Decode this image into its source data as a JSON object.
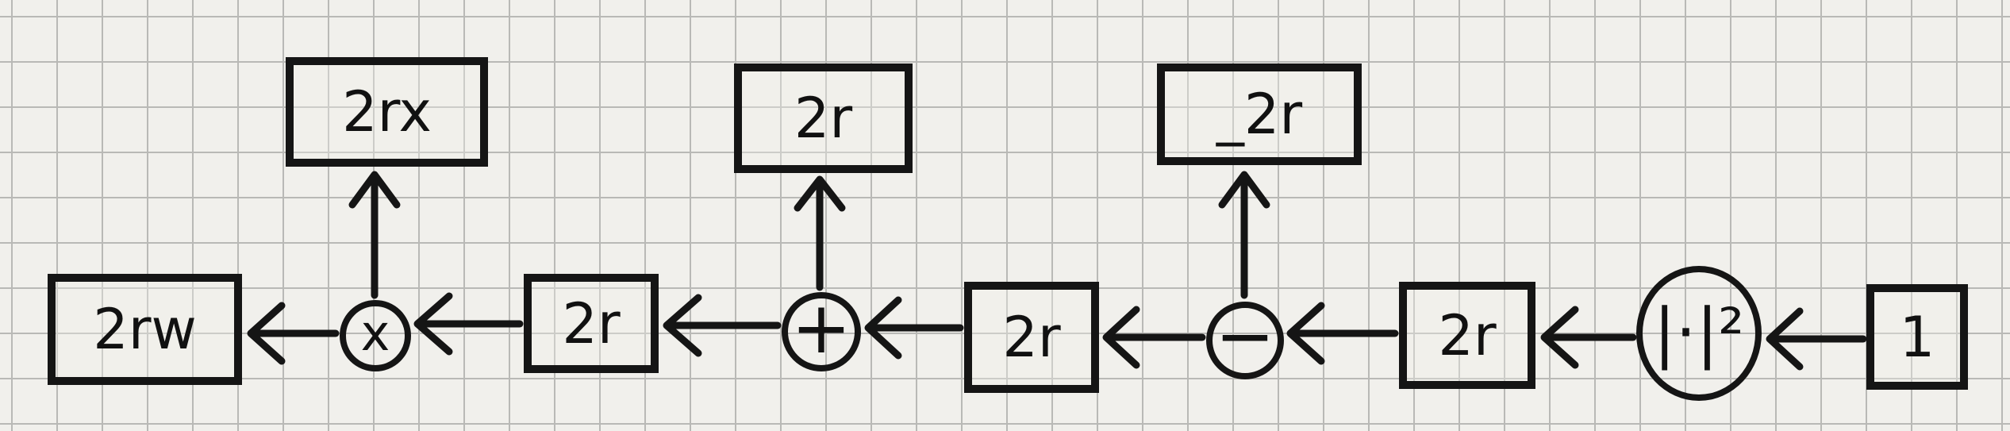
{
  "nodes": {
    "input": {
      "label": "1"
    },
    "norm_sq": {
      "label": "|·|²"
    },
    "square_2r_right": {
      "label": "2r"
    },
    "minus": {
      "label": "−"
    },
    "minus_out": {
      "label": "_2r"
    },
    "square_2r_mid": {
      "label": "2r"
    },
    "plus": {
      "label": "+"
    },
    "plus_out": {
      "label": "2r"
    },
    "square_2r_left": {
      "label": "2r"
    },
    "times": {
      "label": "x"
    },
    "times_out": {
      "label": "2rx"
    },
    "output": {
      "label": "2rw"
    }
  },
  "edges": [
    [
      "input",
      "norm_sq"
    ],
    [
      "norm_sq",
      "square_2r_right"
    ],
    [
      "square_2r_right",
      "minus"
    ],
    [
      "minus",
      "minus_out"
    ],
    [
      "minus",
      "square_2r_mid"
    ],
    [
      "square_2r_mid",
      "plus"
    ],
    [
      "plus",
      "plus_out"
    ],
    [
      "plus",
      "square_2r_left"
    ],
    [
      "square_2r_left",
      "times"
    ],
    [
      "times",
      "times_out"
    ],
    [
      "times",
      "output"
    ]
  ]
}
